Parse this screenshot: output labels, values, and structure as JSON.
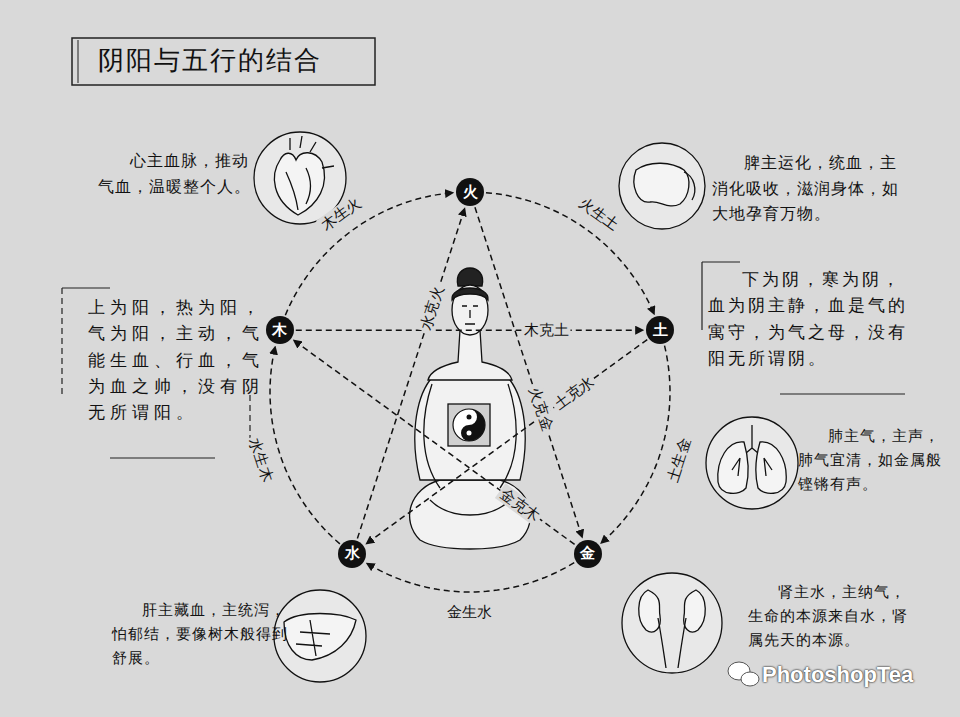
{
  "diagram": {
    "title": "阴阳与五行的结合",
    "nodes": [
      {
        "text": [
          "火"
        ]
      },
      {
        "text": [
          "木"
        ]
      },
      {
        "text": [
          "土"
        ]
      },
      {
        "text": [
          "金"
        ]
      },
      {
        "text": [
          "水"
        ]
      }
    ],
    "edges": [
      {
        "from": 1,
        "to": 0,
        "arrow": "to",
        "label": "木生火"
      },
      {
        "from": 0,
        "to": 2,
        "arrow": "to",
        "label": "火生土"
      },
      {
        "from": 2,
        "to": 3,
        "arrow": "to",
        "label": "土生金"
      },
      {
        "from": 3,
        "to": 4,
        "arrow": "to",
        "label": "金生水"
      },
      {
        "from": 4,
        "to": 1,
        "arrow": "to",
        "label": "水生木"
      },
      {
        "from": 1,
        "to": 2,
        "arrow": "to",
        "label": "木克土"
      },
      {
        "from": 2,
        "to": 4,
        "arrow": "to",
        "label": "土克水"
      },
      {
        "from": 4,
        "to": 0,
        "arrow": "to",
        "label": "水克火"
      },
      {
        "from": 0,
        "to": 3,
        "arrow": "to",
        "label": "火克金"
      },
      {
        "from": 3,
        "to": 1,
        "arrow": "to",
        "label": "金克木"
      }
    ],
    "labels": [
      "心主血脉，推动气血，温暖整个人。",
      "脾主运化，统血，主消化吸收，滋润身体，如大地孕育万物。",
      "上为阳，热为阳，气为阳，主动，气能生血、行血，气为血之帅，没有阴无所谓阳。",
      "下为阴，寒为阴，血为阴主静，血是气的寓守，为气之母，没有阳无所谓阴。",
      "肺主气，主声，肺气宜清，如金属般铿锵有声。",
      "肾主水，主纳气，生命的本源来自水，肾属先天的本源。",
      "肝主藏血，主统泻，怕郁结，要像树木般得到舒展。",
      "PhotoshopTea"
    ]
  }
}
